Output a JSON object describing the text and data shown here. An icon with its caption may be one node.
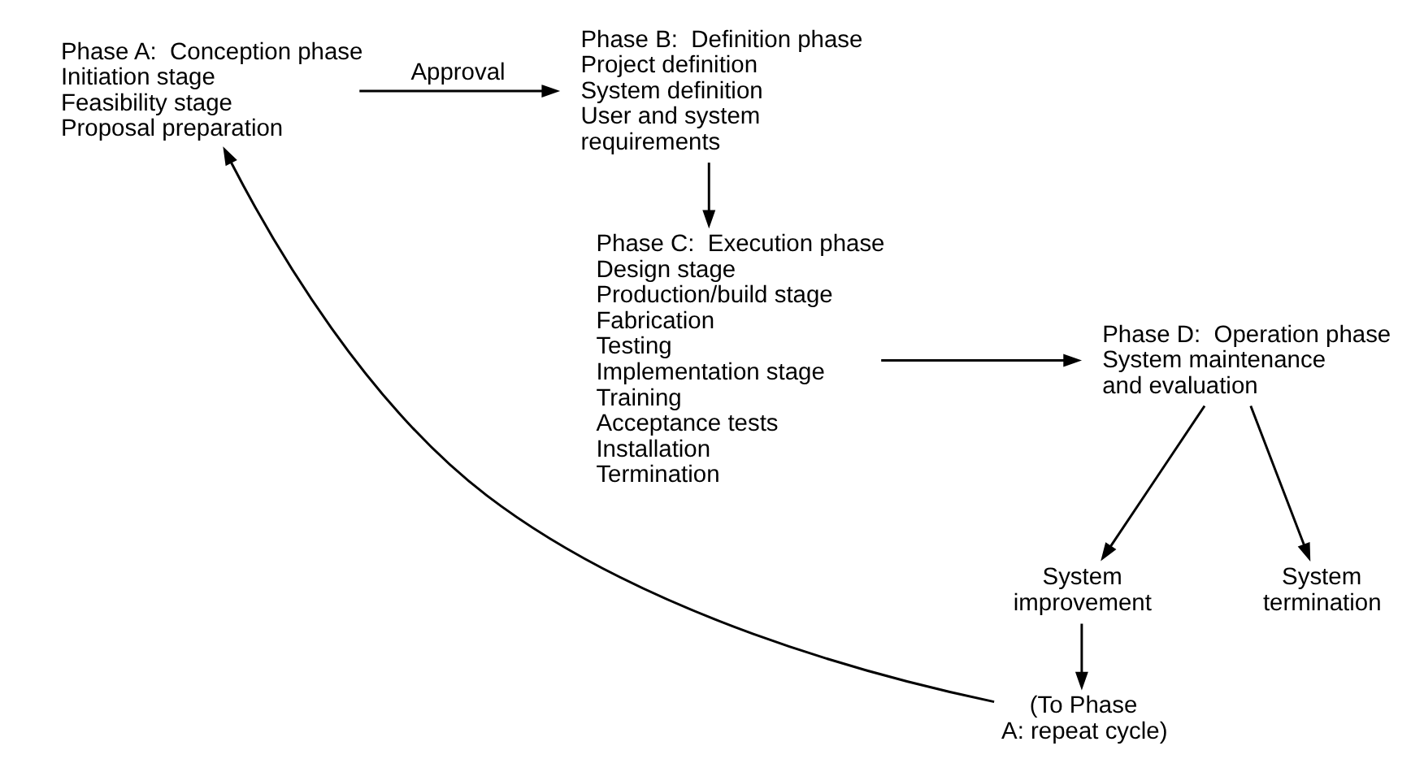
{
  "diagram": {
    "nodes": [
      {
        "text": [
          "Phase A:  Conception phase",
          "Initiation stage",
          "Feasibility stage",
          "Proposal preparation"
        ]
      },
      {
        "text": [
          "Phase B:  Definition phase",
          "Project definition",
          "System definition",
          "User and system requirements"
        ]
      },
      {
        "text": [
          "Phase C:  Execution phase",
          "Design stage",
          "Production/build stage",
          "Fabrication",
          "Testing",
          "Implementation stage",
          "Training",
          "Acceptance tests",
          "Installation",
          "Termination"
        ]
      },
      {
        "text": [
          "Phase D:  Operation phase",
          "System maintenance and evaluation"
        ]
      },
      {
        "text": [
          "System improvement"
        ]
      },
      {
        "text": [
          "System termination"
        ]
      },
      {
        "text": [
          "(To Phase A: repeat cycle)"
        ]
      }
    ],
    "edges": [
      {
        "from": 0,
        "to": 1,
        "arrow": "to",
        "label": "Approval"
      },
      {
        "from": 1,
        "to": 2,
        "arrow": "to"
      },
      {
        "from": 2,
        "to": 3,
        "arrow": "to"
      },
      {
        "from": 3,
        "to": 4,
        "arrow": "to"
      },
      {
        "from": 3,
        "to": 5,
        "arrow": "to"
      },
      {
        "from": 4,
        "to": 6,
        "arrow": "to"
      },
      {
        "from": 6,
        "to": 0,
        "arrow": "to"
      }
    ]
  }
}
